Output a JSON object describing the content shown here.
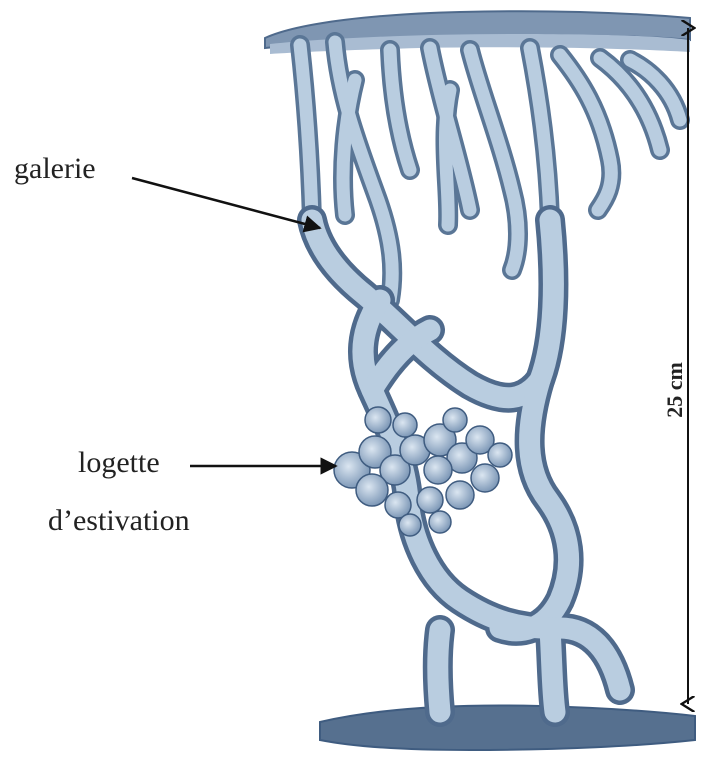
{
  "labels": {
    "galerie": "galerie",
    "logette_line1": "logette",
    "logette_line2": "d’estivation",
    "scale": "25 cm"
  },
  "colors": {
    "burrow_fill": "#b9cde0",
    "burrow_stroke": "#5a7696",
    "burrow_dark": "#3f5c80",
    "soil": "#4f6a8c",
    "arrow": "#111111",
    "text": "#222222"
  }
}
